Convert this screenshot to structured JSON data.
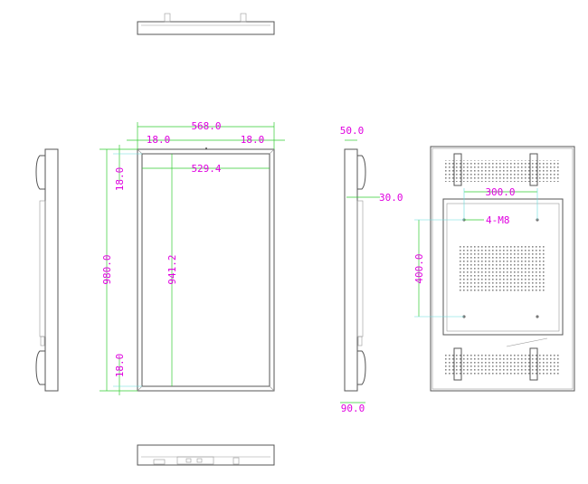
{
  "colors": {
    "dimension_text": "#e000e0",
    "dimension_line": "#33cc33",
    "outline": "#555555"
  },
  "front_view": {
    "overall_width": "568.0",
    "side_border_left": "18.0",
    "side_border_right": "18.0",
    "inner_width": "529.4",
    "overall_height": "980.0",
    "inner_height": "941.2",
    "top_border": "18.0",
    "bottom_border": "18.0"
  },
  "side_view": {
    "depth_top": "50.0",
    "wall_offset": "30.0",
    "depth_bottom": "90.0"
  },
  "back_view": {
    "vesa_horizontal": "300.0",
    "vesa_vertical": "400.0",
    "mount_holes": "4-M8"
  }
}
